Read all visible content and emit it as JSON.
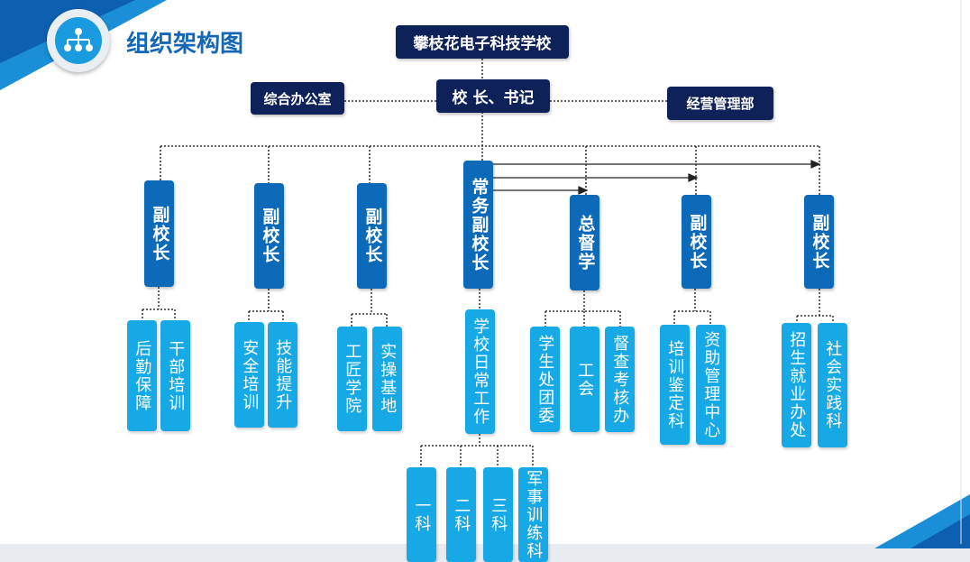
{
  "title": "组织架构图",
  "school": "攀枝花电子科技学校",
  "principal": "校 长、书记",
  "office": "综合办公室",
  "operations": "经营管理部",
  "vice1": {
    "label": "副校长",
    "children": [
      "后勤保障",
      "干部培训"
    ]
  },
  "vice2": {
    "label": "副校长",
    "children": [
      "安全培训",
      "技能提升"
    ]
  },
  "vice3": {
    "label": "副校长",
    "children": [
      "工匠学院",
      "实操基地"
    ]
  },
  "executive": {
    "label": "常务副校长",
    "child": "学校日常工作",
    "grandchildren": [
      "一科",
      "二科",
      "三科",
      "军事训练科"
    ]
  },
  "supervisor": {
    "label": "总督学",
    "children": [
      "学生处团委",
      "工会",
      "督查考核办"
    ]
  },
  "vice5": {
    "label": "副校长",
    "children": [
      "培训鉴定科",
      "资助管理中心"
    ]
  },
  "vice6": {
    "label": "副校长",
    "children": [
      "招生就业办处",
      "社会实践科"
    ]
  },
  "colors": {
    "dark_box": "#0e2259",
    "blue_box": "#0c6ab8",
    "cyan_box": "#17a9e6",
    "accent": "#1466b6"
  }
}
